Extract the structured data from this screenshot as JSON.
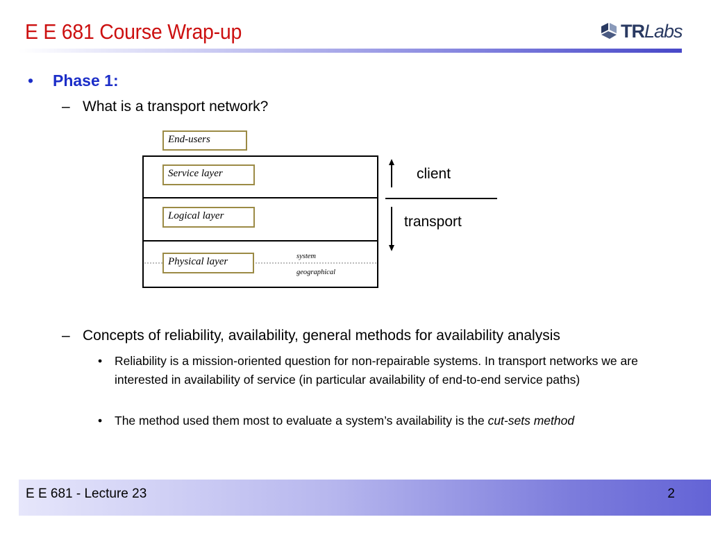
{
  "header": {
    "title": "E E 681 Course Wrap-up",
    "logo": {
      "tr": "TR",
      "labs": "Labs"
    }
  },
  "content": {
    "phase_heading": "Phase 1:",
    "item_transport": "What is a transport network?",
    "item_concepts": "Concepts of reliability, availability, general methods for availability analysis",
    "sub_reliability": "Reliability is a mission-oriented question for non-repairable systems. In transport networks we are interested in availability of service (in particular availability of end-to-end service paths)",
    "sub_method_prefix": "The method used them most to evaluate a system’s availability is the ",
    "sub_method_em": "cut-sets method"
  },
  "diagram": {
    "end_users": "End-users",
    "service_layer": "Service layer",
    "logical_layer": "Logical layer",
    "physical_layer": "Physical layer",
    "system": "system",
    "geographical": "geographical",
    "client": "client",
    "transport": "transport"
  },
  "footer": {
    "lecture": "E E 681 - Lecture 23",
    "page": "2"
  },
  "colors": {
    "title": "#cc1010",
    "heading": "#1c2ec8",
    "label_border": "#9b8a45"
  }
}
